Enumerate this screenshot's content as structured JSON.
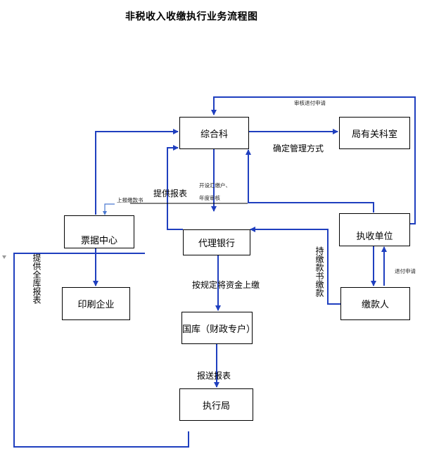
{
  "title": "非税收入收缴执行业务流程图",
  "nodes": {
    "zonghe": "综合科",
    "juyou": "局有关科室",
    "piaoju": "票据中心",
    "daili": "代理银行",
    "zhishou": "执收单位",
    "yinshua": "印刷企业",
    "jiaokuan": "缴款人",
    "guoku": "国库（财政专户）",
    "zhixing": "执行局"
  },
  "edges": {
    "queding": "确定管理方式",
    "shenhe_top": "审核退付申请",
    "kaishe": "开设汇缴户、",
    "niandu": "年度审核",
    "shangbao": "上报缴款书",
    "tigong_baobiao": "提供报表",
    "an_guiding": "按规定将资金上缴",
    "baosong": "报送报表",
    "chi_jiaokuan": "持缴款书缴款",
    "tuifu": "退付申请",
    "tigong_quanku": "提供全库报表"
  },
  "colors": {
    "line": "#1f3fbf",
    "box_border": "#000000"
  }
}
